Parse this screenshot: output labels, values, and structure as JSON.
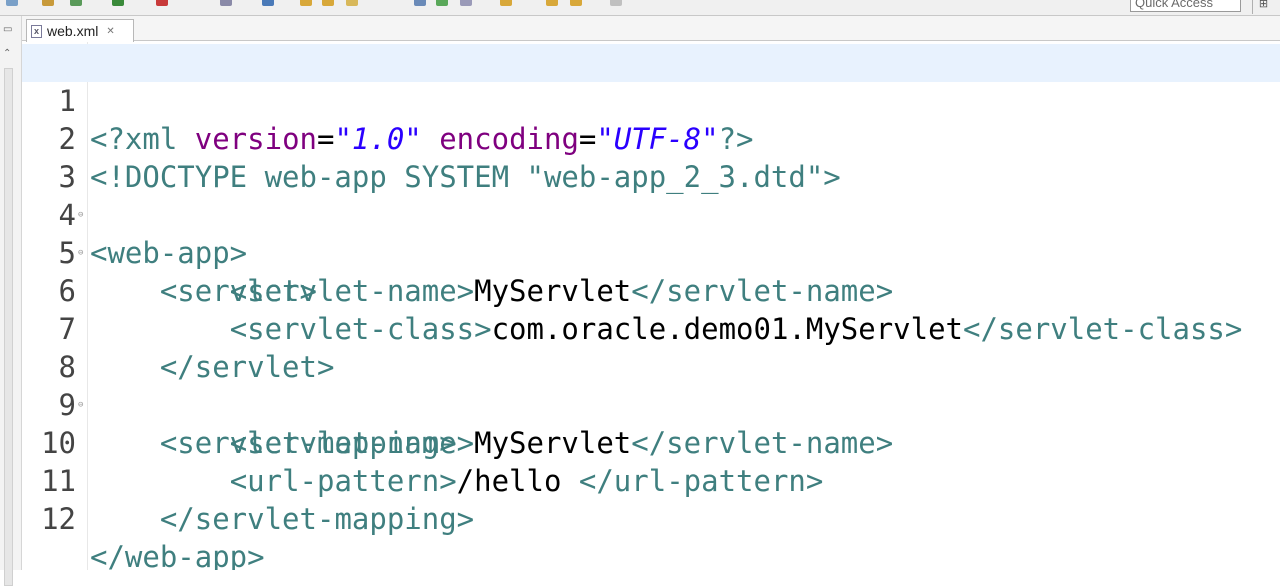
{
  "toolbar": {
    "quick_access_label": "Quick Access",
    "icons": [
      "run-icon",
      "debug-icon",
      "new-icon",
      "save-icon",
      "open-icon",
      "back-icon",
      "forward-icon"
    ]
  },
  "tab": {
    "label": "web.xml",
    "icon": "xml-file-icon"
  },
  "editor": {
    "lines": [
      {
        "num": "1",
        "current": true
      },
      {
        "num": "2"
      },
      {
        "num": "3",
        "fold": true
      },
      {
        "num": "4",
        "fold": true
      },
      {
        "num": "5"
      },
      {
        "num": "6"
      },
      {
        "num": "7"
      },
      {
        "num": "8",
        "fold": true
      },
      {
        "num": "9"
      },
      {
        "num": "10"
      },
      {
        "num": "11"
      },
      {
        "num": "12"
      }
    ],
    "tokens": {
      "l1_open": "<?xml ",
      "l1_attr1": "version",
      "l1_eq1": "=",
      "l1_val1": "\"1.0\"",
      "l1_attr2": " encoding",
      "l1_eq2": "=",
      "l1_val2": "\"UTF-8\"",
      "l1_close": "?>",
      "l2": "<!DOCTYPE web-app SYSTEM \"web-app_2_3.dtd\">",
      "l3": "<web-app>",
      "l4_indent": "    ",
      "l4": "<servlet>",
      "l5_indent": "        ",
      "l5_open": "<servlet-name>",
      "l5_text": "MyServlet",
      "l5_close": "</servlet-name>",
      "l6_indent": "        ",
      "l6_open": "<servlet-class>",
      "l6_text": "com.oracle.demo01.MyServlet",
      "l6_close": "</servlet-class>",
      "l7_indent": "    ",
      "l7": "</servlet>",
      "l8_indent": "    ",
      "l8": "<servlet-mapping>",
      "l9_indent": "        ",
      "l9_open": "<servlet-name>",
      "l9_text": "MyServlet",
      "l9_close": "</servlet-name>",
      "l10_indent": "        ",
      "l10_open": "<url-pattern>",
      "l10_text": "/hello ",
      "l10_close": "</url-pattern>",
      "l11_indent": "    ",
      "l11": "</servlet-mapping>",
      "l12": "</web-app>"
    }
  }
}
